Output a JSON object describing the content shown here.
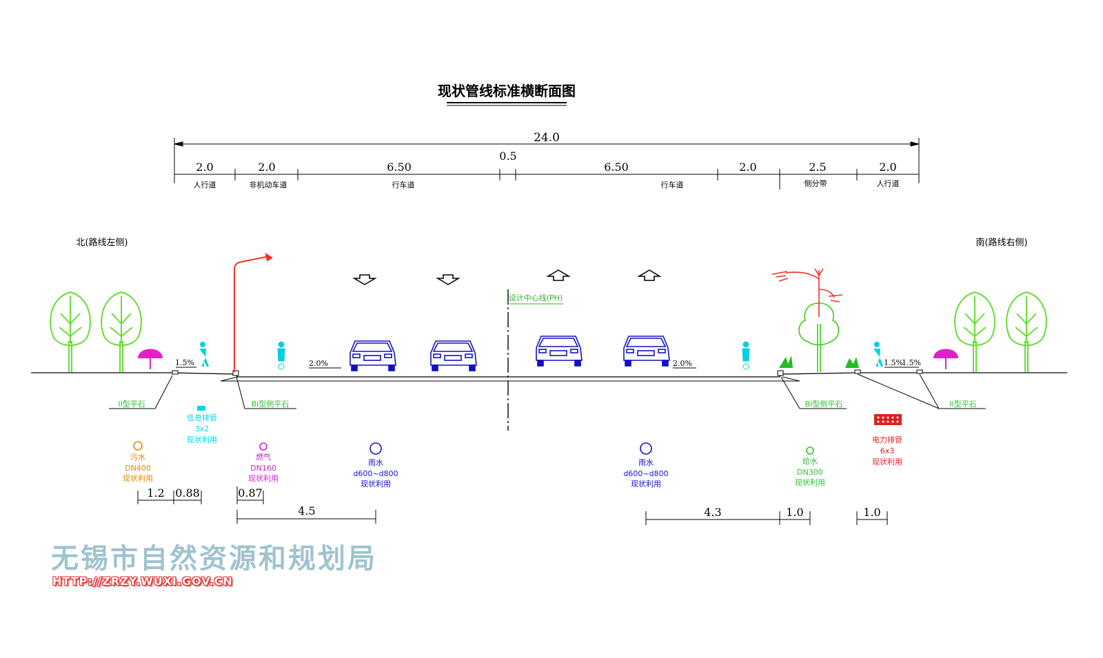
{
  "title": "现状管线标准横断面图",
  "total_width": "24.0",
  "segments": [
    {
      "width": "2.0",
      "label": "人行道"
    },
    {
      "width": "2.0",
      "label": "非机动车道"
    },
    {
      "width": "6.50",
      "label": "行车道"
    },
    {
      "width": "0.5",
      "label": ""
    },
    {
      "width": "6.50",
      "label": "行车道"
    },
    {
      "width": "2.0",
      "label": ""
    },
    {
      "width": "2.5",
      "label": "侧分带"
    },
    {
      "width": "2.0",
      "label": "人行道"
    }
  ],
  "side_left": "北(路线左侧)",
  "side_right": "南(路线右侧)",
  "centerline_label": "设计中心线(PH)",
  "slopes": {
    "left_sidewalk": "1.5%",
    "left_road": "2.0%",
    "right_road": "2.0%",
    "right_sidewalk_1": "1.5%",
    "right_sidewalk_2": "1.5%"
  },
  "curbs": {
    "left_flat": "II型平石",
    "left_side": "BI型侧平石",
    "right_side": "BI型侧平石",
    "right_flat": "II型平石"
  },
  "pipes": [
    {
      "id": "sewage",
      "lines": [
        "污水",
        "DN400",
        "现状利用"
      ],
      "color": "#e08a00"
    },
    {
      "id": "telecom",
      "lines": [
        "信息排管",
        "3x2",
        "现状利用"
      ],
      "color": "#00d8e8"
    },
    {
      "id": "gas",
      "lines": [
        "燃气",
        "DN160",
        "现状利用"
      ],
      "color": "#d020d0"
    },
    {
      "id": "rain-left",
      "lines": [
        "雨水",
        "d600~d800",
        "现状利用"
      ],
      "color": "#1010d0"
    },
    {
      "id": "rain-right",
      "lines": [
        "雨水",
        "d600~d800",
        "现状利用"
      ],
      "color": "#1010d0"
    },
    {
      "id": "water",
      "lines": [
        "给水",
        "DN300",
        "现状利用"
      ],
      "color": "#30c030"
    },
    {
      "id": "power",
      "lines": [
        "电力排管",
        "6x3",
        "现状利用"
      ],
      "color": "#e02020"
    }
  ],
  "bottom_dims": {
    "d1": "1.2",
    "d2": "0.88",
    "d3": "0.87",
    "d4": "4.5",
    "d5": "4.3",
    "d6": "1.0",
    "d7": "1.0"
  },
  "watermark": "无锡市自然资源和规划局",
  "url": "HTTP://ZRZY.WUXI.GOV.CN",
  "colors": {
    "dim": "#000000",
    "road": "#000000",
    "tree": "#66dd33",
    "lamp": "#ee3322",
    "car": "#1010c0",
    "ped": "#00d0e0",
    "shrub": "#dd22cc"
  }
}
